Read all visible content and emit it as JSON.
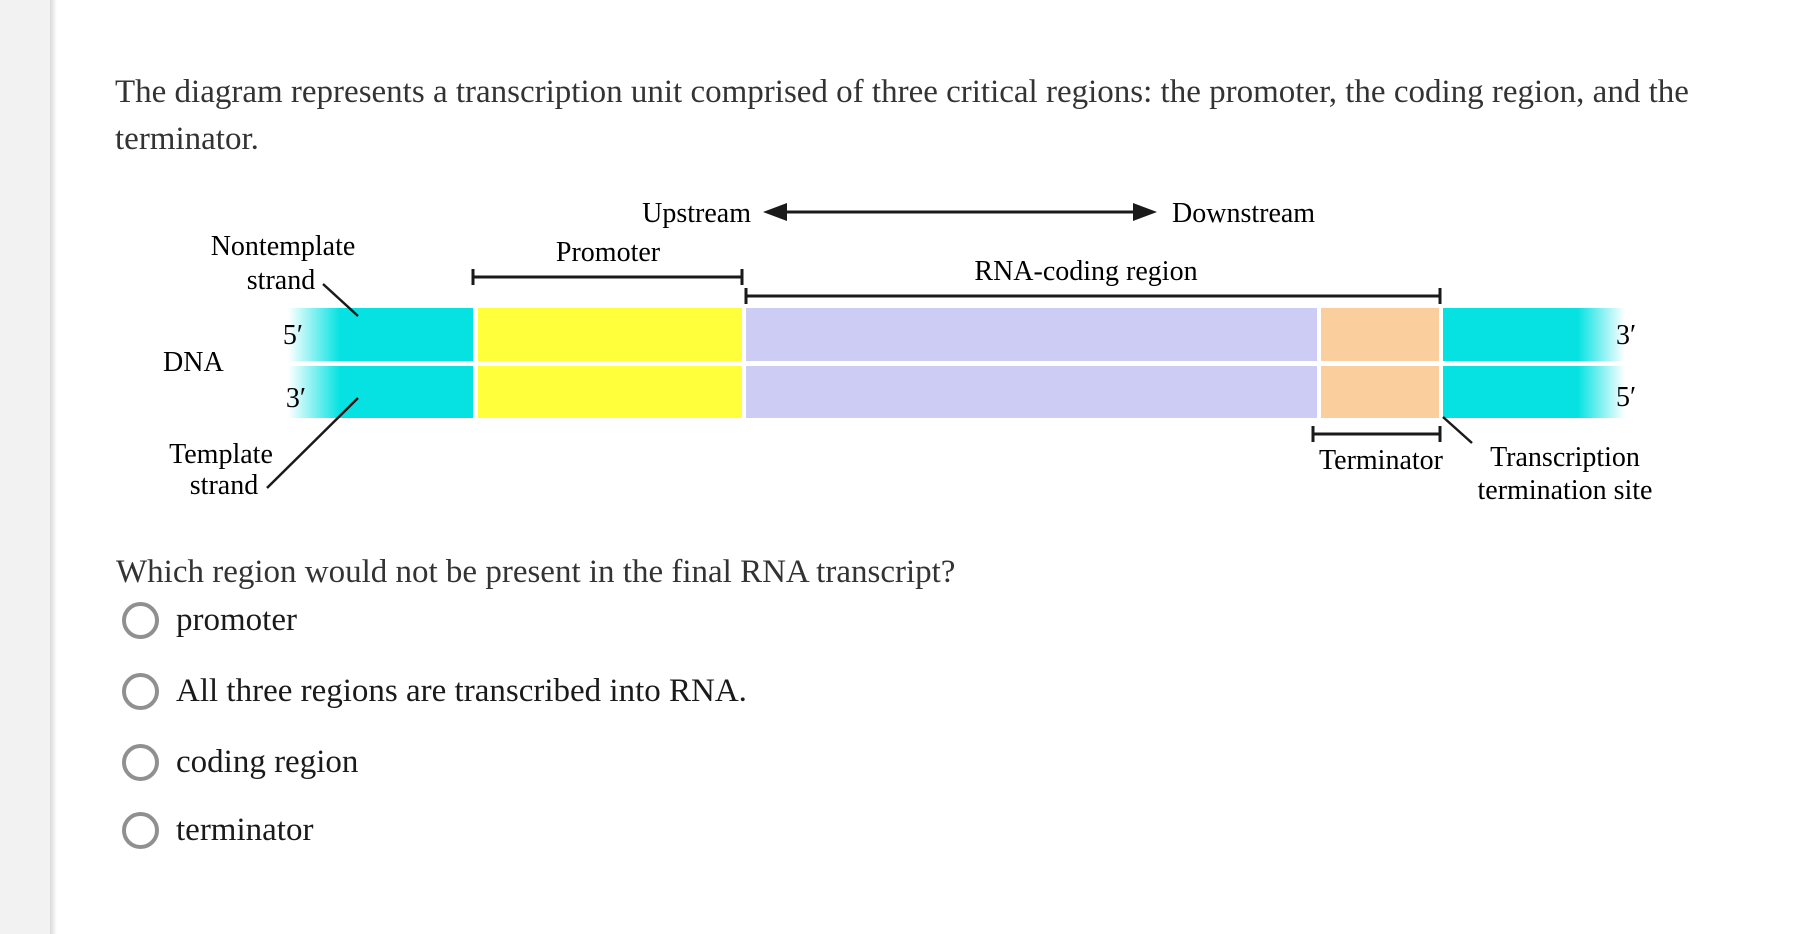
{
  "page": {
    "background": "#ffffff",
    "left_strip_color": "#f2f2f2"
  },
  "intro": {
    "text": "The diagram represents a transcription unit comprised of three critical regions: the promoter, the coding region, and the terminator."
  },
  "diagram": {
    "orientation": {
      "upstream": "Upstream",
      "downstream": "Downstream"
    },
    "labels": {
      "nontemplate_line1": "Nontemplate",
      "nontemplate_line2": "strand",
      "template_line1": "Template",
      "template_line2": "strand",
      "dna": "DNA",
      "promoter": "Promoter",
      "rna_coding": "RNA-coding region",
      "terminator": "Terminator",
      "termination_site_line1": "Transcription",
      "termination_site_line2": "termination site",
      "five_prime": "5′",
      "three_prime": "3′"
    },
    "colors": {
      "cyan": "#06E2E2",
      "yellow": "#FFFF3B",
      "lavender": "#CDCCF4",
      "orange": "#FBCE9D"
    },
    "regions": [
      {
        "name": "upstream flanking DNA",
        "color": "#06E2E2"
      },
      {
        "name": "promoter",
        "color": "#FFFF3B"
      },
      {
        "name": "RNA-coding region",
        "color": "#CDCCF4"
      },
      {
        "name": "terminator",
        "color": "#FBCE9D"
      },
      {
        "name": "downstream flanking DNA",
        "color": "#06E2E2"
      }
    ]
  },
  "question": {
    "text": "Which region would not be present in the final RNA transcript?"
  },
  "options": [
    {
      "label": "promoter"
    },
    {
      "label": "All three regions are transcribed into RNA."
    },
    {
      "label": "coding region"
    },
    {
      "label": "terminator"
    }
  ]
}
